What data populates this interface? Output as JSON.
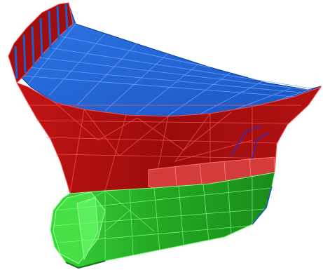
{
  "scene": {
    "description_label": "",
    "colors": {
      "background": "#ffffff",
      "deck_fill": "#1f5fd0",
      "deck_fill_light": "#2f76e6",
      "deck_lines": "#6fa8ff",
      "upper_hull_fill": "#b01010",
      "upper_hull_dark": "#8a0707",
      "upper_hull_lines": "#ff4a4a",
      "waterline_band": "#d83838",
      "lower_hull_fill": "#1f9a1f",
      "lower_hull_light": "#3cd43c",
      "lower_hull_dark": "#137013",
      "lower_hull_lines": "#7dff7d"
    },
    "parts": [
      "deck-surface",
      "upper-hull",
      "waterline-band",
      "lower-hull-bulb"
    ]
  }
}
